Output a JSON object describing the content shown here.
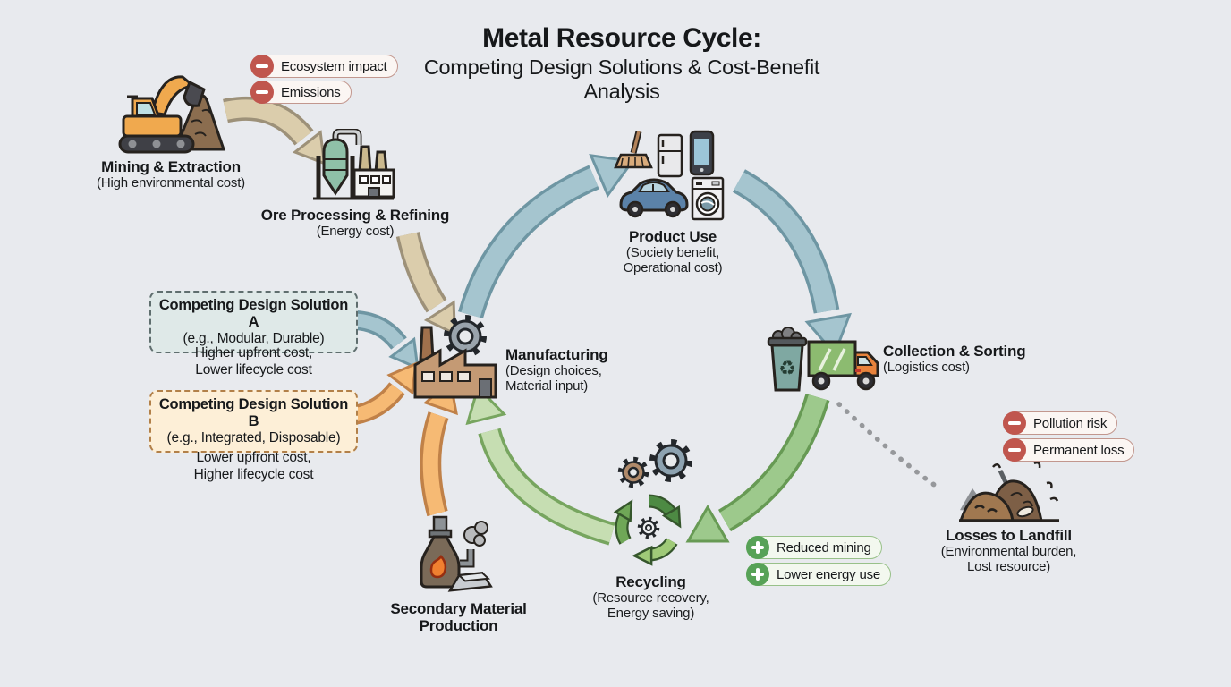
{
  "header": {
    "title": "Metal Resource Cycle:",
    "subtitle": "Competing Design Solutions & Cost-Benefit\nAnalysis"
  },
  "nodes": {
    "mining": {
      "title": "Mining & Extraction",
      "subtitle": "(High environmental cost)"
    },
    "ore": {
      "title": "Ore Processing & Refining",
      "subtitle": "(Energy cost)"
    },
    "product": {
      "title": "Product Use",
      "subtitle": "(Society benefit,\nOperational cost)"
    },
    "manufacturing": {
      "title": "Manufacturing",
      "subtitle": "(Design choices,\nMaterial input)"
    },
    "collection": {
      "title": "Collection & Sorting",
      "subtitle": "(Logistics cost)"
    },
    "landfill": {
      "title": "Losses to Landfill",
      "subtitle": "(Environmental burden,\nLost resource)"
    },
    "recycling": {
      "title": "Recycling",
      "subtitle": "(Resource recovery,\nEnergy saving)"
    },
    "secondary": {
      "title": "Secondary Material\nProduction"
    }
  },
  "badges": {
    "mining": [
      {
        "type": "negative",
        "label": "Ecosystem impact"
      },
      {
        "type": "negative",
        "label": "Emissions"
      }
    ],
    "landfill": [
      {
        "type": "negative",
        "label": "Pollution risk"
      },
      {
        "type": "negative",
        "label": "Permanent loss"
      }
    ],
    "recycling": [
      {
        "type": "positive",
        "label": "Reduced mining"
      },
      {
        "type": "positive",
        "label": "Lower energy use"
      }
    ]
  },
  "solutions": {
    "a": {
      "title": "Competing Design Solution A",
      "subtitle": "(e.g., Modular, Durable)",
      "note": "Higher upfront cost,\nLower lifecycle cost"
    },
    "b": {
      "title": "Competing Design Solution B",
      "subtitle": "(e.g., Integrated, Disposable)",
      "note": "Lower upfront cost,\nHigher lifecycle cost"
    }
  },
  "colors": {
    "background": "#e8eaee",
    "negative_accent": "#c0564e",
    "positive_accent": "#57a257",
    "arrow_tan": "#dbcdac",
    "arrow_blue": "#a5c5cf",
    "arrow_green": "#9dc98c",
    "arrow_pale_green": "#c6deb2",
    "arrow_orange": "#f6ba74",
    "dotted_gray": "#96989b",
    "solution_a_bg": "#dfe9e8",
    "solution_b_bg": "#fdefd7"
  },
  "icons": [
    "excavator-icon",
    "refinery-icon",
    "products-icon",
    "factory-gear-icon",
    "bin-truck-icon",
    "landfill-icon",
    "recycle-gears-icon",
    "furnace-icon",
    "minus-icon",
    "plus-icon"
  ]
}
